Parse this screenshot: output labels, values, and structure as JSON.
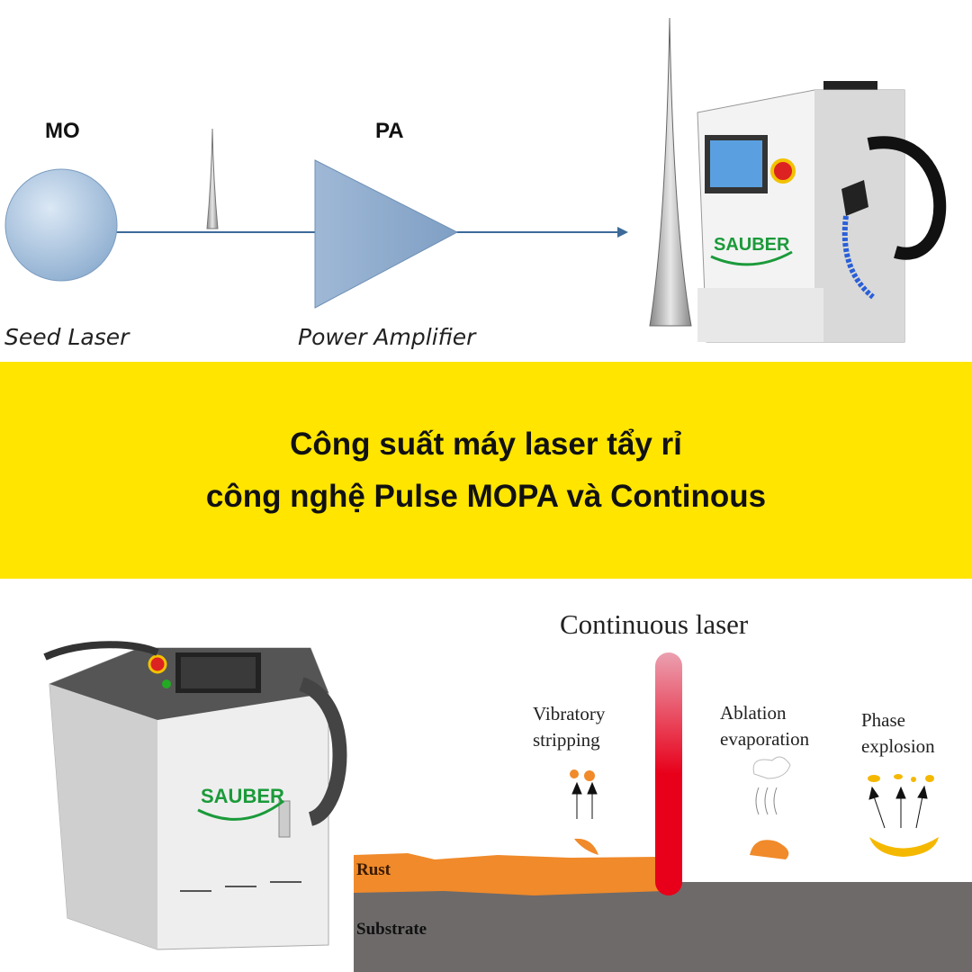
{
  "mopa_diagram": {
    "mo_label": "MO",
    "pa_label": "PA",
    "seed_laser_label": "Seed Laser",
    "power_amplifier_label": "Power Amplifier"
  },
  "banner": {
    "line1": "Công suất máy laser tẩy rỉ",
    "line2": "công nghệ Pulse MOPA và Continous",
    "color": "#FFE500"
  },
  "machine_brand": "SAUBER",
  "continuous_diagram": {
    "title": "Continuous laser",
    "mech1": [
      "Vibratory",
      "stripping"
    ],
    "mech2": [
      "Ablation",
      "evaporation"
    ],
    "mech3": [
      "Phase",
      "explosion"
    ],
    "rust_label": "Rust",
    "substrate_label": "Substrate",
    "colors": {
      "beam": "#E8001A",
      "rust": "#F08A2A",
      "substrate": "#6E6A6A",
      "debris": "#F5B800"
    }
  }
}
